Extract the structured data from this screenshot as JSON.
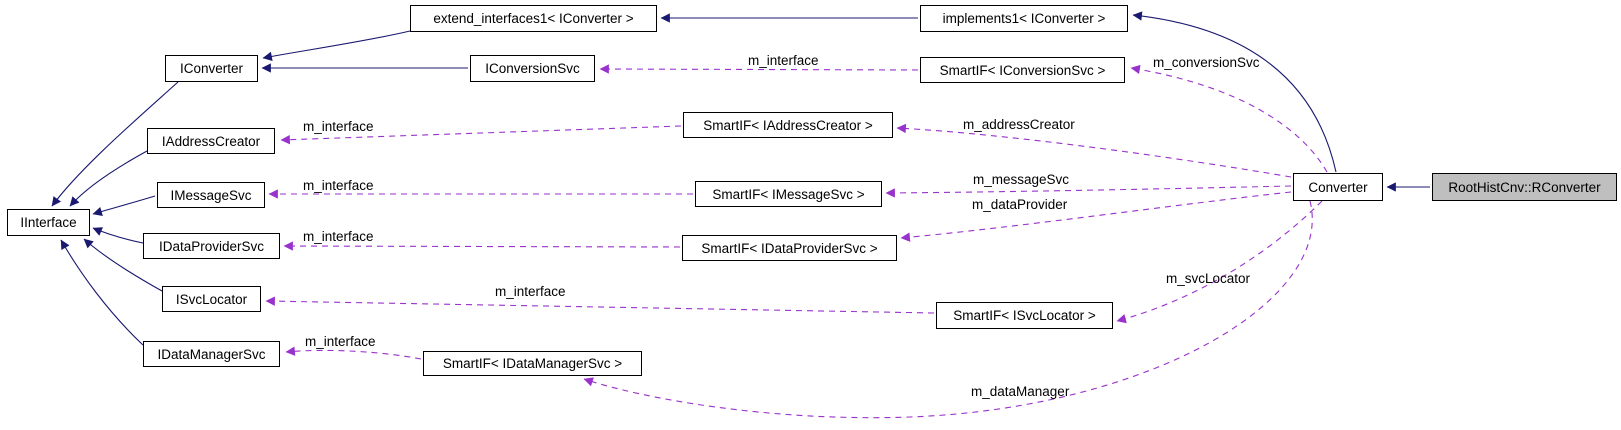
{
  "diagram": {
    "kind": "collaboration-graph",
    "focus_class": "RootHistCnv::RConverter"
  },
  "colors": {
    "inheritance_edge": "#191970",
    "usage_edge": "#9932cc",
    "node_fill": "#ffffff",
    "focus_node_fill": "#bfbfbf",
    "node_border": "#000000",
    "text": "#000000",
    "background": "#ffffff"
  },
  "nodes": [
    {
      "id": "extend_interfaces1",
      "label": "extend_interfaces1< IConverter >"
    },
    {
      "id": "implements1",
      "label": "implements1< IConverter >"
    },
    {
      "id": "iconverter",
      "label": "IConverter"
    },
    {
      "id": "iconversionsvc",
      "label": "IConversionSvc"
    },
    {
      "id": "smartif_iconversionsvc",
      "label": "SmartIF< IConversionSvc >"
    },
    {
      "id": "iaddresscreator",
      "label": "IAddressCreator"
    },
    {
      "id": "imessagesvc",
      "label": "IMessageSvc"
    },
    {
      "id": "idataprovidersvc",
      "label": "IDataProviderSvc"
    },
    {
      "id": "iinterface",
      "label": "IInterface"
    },
    {
      "id": "isvclocator",
      "label": "ISvcLocator"
    },
    {
      "id": "idatamanagersvc",
      "label": "IDataManagerSvc"
    },
    {
      "id": "smartif_iaddresscreator",
      "label": "SmartIF< IAddressCreator >"
    },
    {
      "id": "smartif_imessagesvc",
      "label": "SmartIF< IMessageSvc >"
    },
    {
      "id": "smartif_idataprovidersvc",
      "label": "SmartIF< IDataProviderSvc >"
    },
    {
      "id": "smartif_isvclocator",
      "label": "SmartIF< ISvcLocator >"
    },
    {
      "id": "smartif_idatamanagersvc",
      "label": "SmartIF< IDataManagerSvc >"
    },
    {
      "id": "converter",
      "label": "Converter"
    },
    {
      "id": "rconverter",
      "label": "RootHistCnv::RConverter"
    }
  ],
  "edges": {
    "inheritance": [
      {
        "from": "rconverter",
        "to": "converter"
      },
      {
        "from": "converter",
        "to": "implements1"
      },
      {
        "from": "implements1",
        "to": "extend_interfaces1"
      },
      {
        "from": "extend_interfaces1",
        "to": "iconverter"
      },
      {
        "from": "iconversionsvc",
        "to": "iconverter"
      },
      {
        "from": "iconverter",
        "to": "iinterface"
      },
      {
        "from": "iaddresscreator",
        "to": "iinterface"
      },
      {
        "from": "imessagesvc",
        "to": "iinterface"
      },
      {
        "from": "idataprovidersvc",
        "to": "iinterface"
      },
      {
        "from": "isvclocator",
        "to": "iinterface"
      },
      {
        "from": "idatamanagersvc",
        "to": "iinterface"
      }
    ],
    "usage": [
      {
        "from": "smartif_iconversionsvc",
        "to": "iconversionsvc",
        "label": "m_interface"
      },
      {
        "from": "converter",
        "to": "smartif_iconversionsvc",
        "label": "m_conversionSvc"
      },
      {
        "from": "smartif_iaddresscreator",
        "to": "iaddresscreator",
        "label": "m_interface"
      },
      {
        "from": "converter",
        "to": "smartif_iaddresscreator",
        "label": "m_addressCreator"
      },
      {
        "from": "smartif_imessagesvc",
        "to": "imessagesvc",
        "label": "m_interface"
      },
      {
        "from": "converter",
        "to": "smartif_imessagesvc",
        "label": "m_messageSvc"
      },
      {
        "from": "converter",
        "to": "smartif_idataprovidersvc",
        "label": "m_dataProvider"
      },
      {
        "from": "smartif_idataprovidersvc",
        "to": "idataprovidersvc",
        "label": "m_interface"
      },
      {
        "from": "smartif_isvclocator",
        "to": "isvclocator",
        "label": "m_interface"
      },
      {
        "from": "converter",
        "to": "smartif_isvclocator",
        "label": "m_svcLocator"
      },
      {
        "from": "smartif_idatamanagersvc",
        "to": "idatamanagersvc",
        "label": "m_interface"
      },
      {
        "from": "converter",
        "to": "smartif_idatamanagersvc",
        "label": "m_dataManager"
      }
    ]
  }
}
